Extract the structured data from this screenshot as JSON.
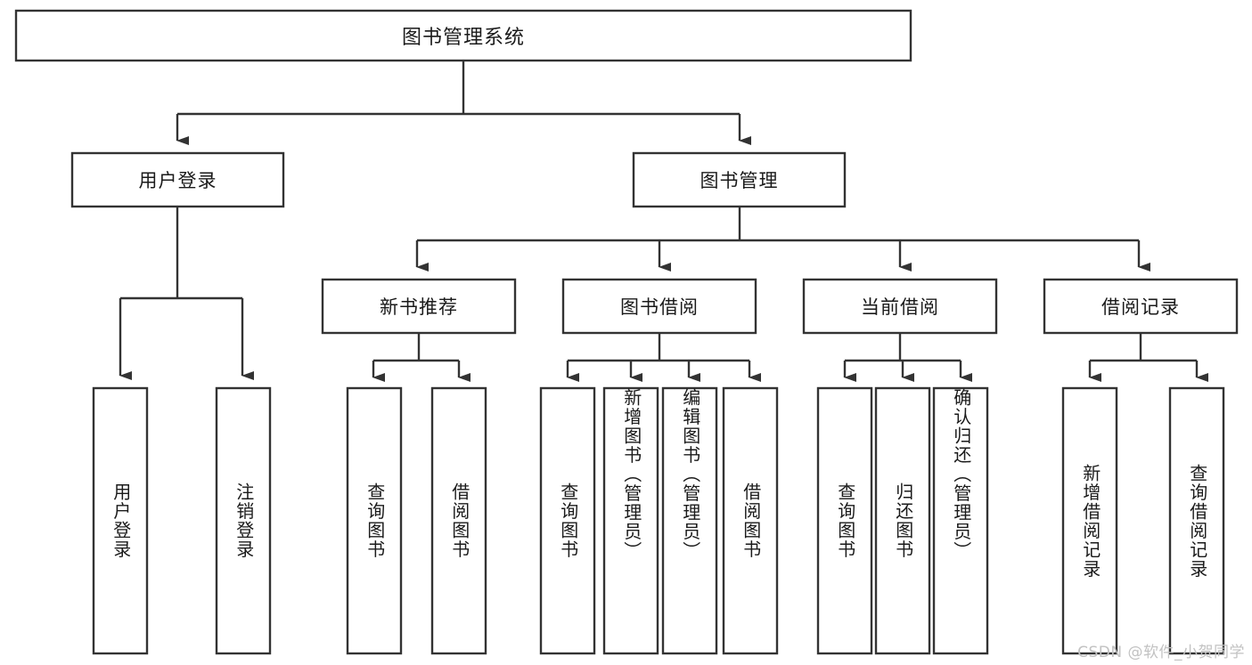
{
  "diagram": {
    "type": "tree",
    "title": "图书管理系统",
    "orientation": "top-down",
    "watermark": "CSDN @软件_小贺同学",
    "colors": {
      "box_stroke": "#333333",
      "box_fill": "#ffffff",
      "connector": "#333333",
      "text": "#1a1a1a",
      "background": "#ffffff",
      "watermark": "#c2c2c2"
    },
    "root": {
      "label": "图书管理系统"
    },
    "level1": [
      {
        "label": "用户登录"
      },
      {
        "label": "图书管理"
      }
    ],
    "level2": [
      {
        "label": "新书推荐",
        "parent": "图书管理"
      },
      {
        "label": "图书借阅",
        "parent": "图书管理"
      },
      {
        "label": "当前借阅",
        "parent": "图书管理"
      },
      {
        "label": "借阅记录",
        "parent": "图书管理"
      }
    ],
    "leaves": {
      "user_login": [
        {
          "label": "用户登录"
        },
        {
          "label": "注销登录"
        }
      ],
      "new_book_recommend": [
        {
          "label": "查询图书"
        },
        {
          "label": "借阅图书"
        }
      ],
      "book_borrow": [
        {
          "label": "查询图书"
        },
        {
          "label": "新增图书（管理员）"
        },
        {
          "label": "编辑图书（管理员）"
        },
        {
          "label": "借阅图书"
        }
      ],
      "current_borrow": [
        {
          "label": "查询图书"
        },
        {
          "label": "归还图书"
        },
        {
          "label": "确认归还（管理员）"
        }
      ],
      "borrow_record": [
        {
          "label": "新增借阅记录"
        },
        {
          "label": "查询借阅记录"
        }
      ]
    }
  }
}
